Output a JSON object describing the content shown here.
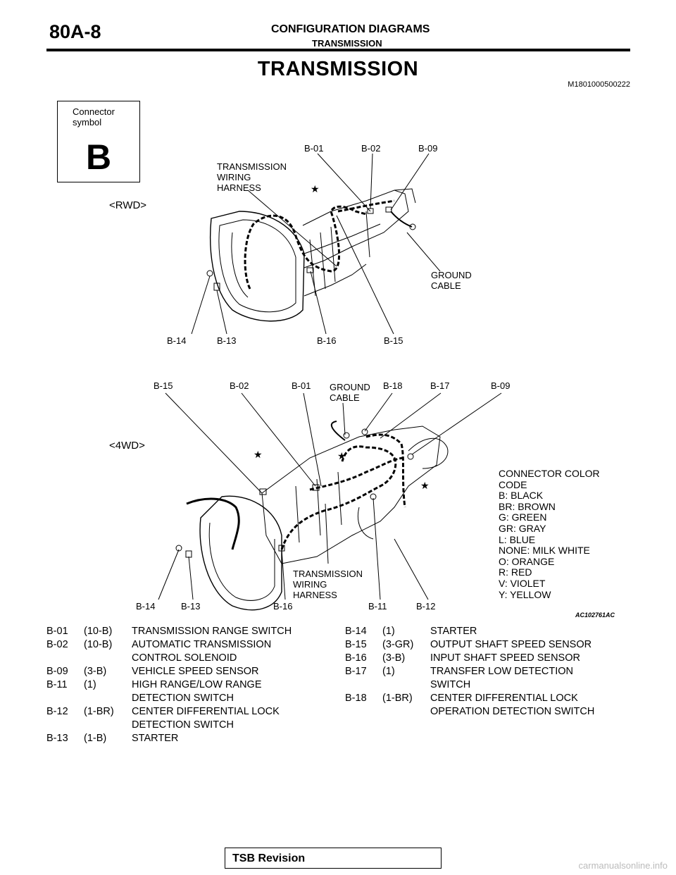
{
  "header": {
    "page_number": "80A-8",
    "section_title": "CONFIGURATION DIAGRAMS",
    "section_subtitle": "TRANSMISSION"
  },
  "title": "TRANSMISSION",
  "doc_id": "M1801000500222",
  "connector_symbol": {
    "label": "Connector\nsymbol",
    "letter": "B"
  },
  "rwd": {
    "variant_label": "<RWD>",
    "labels": {
      "b01": "B-01",
      "b02": "B-02",
      "b09": "B-09",
      "harness": "TRANSMISSION\nWIRING\nHARNESS",
      "ground": "GROUND\nCABLE",
      "b14": "B-14",
      "b13": "B-13",
      "b16": "B-16",
      "b15": "B-15"
    }
  },
  "fwd": {
    "variant_label": "<4WD>",
    "labels": {
      "b15": "B-15",
      "b02": "B-02",
      "b01": "B-01",
      "ground": "GROUND\nCABLE",
      "b18": "B-18",
      "b17": "B-17",
      "b09": "B-09",
      "harness": "TRANSMISSION\nWIRING\nHARNESS",
      "b14": "B-14",
      "b13": "B-13",
      "b16": "B-16",
      "b11": "B-11",
      "b12": "B-12"
    }
  },
  "color_legend": {
    "title": "CONNECTOR COLOR\nCODE",
    "items": [
      "B: BLACK",
      "BR: BROWN",
      "G: GREEN",
      "GR: GRAY",
      "L: BLUE",
      "NONE: MILK WHITE",
      "O: ORANGE",
      "R: RED",
      "V: VIOLET",
      "Y: YELLOW"
    ]
  },
  "figure_id": "AC102761AC",
  "parts_left": [
    {
      "code": "B-01",
      "color": "(10-B)",
      "desc": [
        "TRANSMISSION RANGE SWITCH"
      ]
    },
    {
      "code": "B-02",
      "color": "(10-B)",
      "desc": [
        "AUTOMATIC TRANSMISSION",
        "CONTROL SOLENOID"
      ]
    },
    {
      "code": "B-09",
      "color": "(3-B)",
      "desc": [
        "VEHICLE SPEED SENSOR"
      ]
    },
    {
      "code": "B-11",
      "color": "(1)",
      "desc": [
        "HIGH RANGE/LOW RANGE",
        "DETECTION SWITCH"
      ]
    },
    {
      "code": "B-12",
      "color": "(1-BR)",
      "desc": [
        "CENTER DIFFERENTIAL LOCK",
        "DETECTION SWITCH"
      ]
    },
    {
      "code": "B-13",
      "color": "(1-B)",
      "desc": [
        "STARTER"
      ]
    }
  ],
  "parts_right": [
    {
      "code": "B-14",
      "color": "(1)",
      "desc": [
        "STARTER"
      ]
    },
    {
      "code": "B-15",
      "color": "(3-GR)",
      "desc": [
        "OUTPUT SHAFT SPEED SENSOR"
      ]
    },
    {
      "code": "B-16",
      "color": "(3-B)",
      "desc": [
        "INPUT SHAFT SPEED SENSOR"
      ]
    },
    {
      "code": "B-17",
      "color": "(1)",
      "desc": [
        "TRANSFER LOW DETECTION",
        "SWITCH"
      ]
    },
    {
      "code": "B-18",
      "color": "(1-BR)",
      "desc": [
        "CENTER DIFFERENTIAL LOCK",
        "OPERATION DETECTION SWITCH"
      ]
    }
  ],
  "footer": "TSB Revision",
  "watermark": "carmanualsonline.info"
}
